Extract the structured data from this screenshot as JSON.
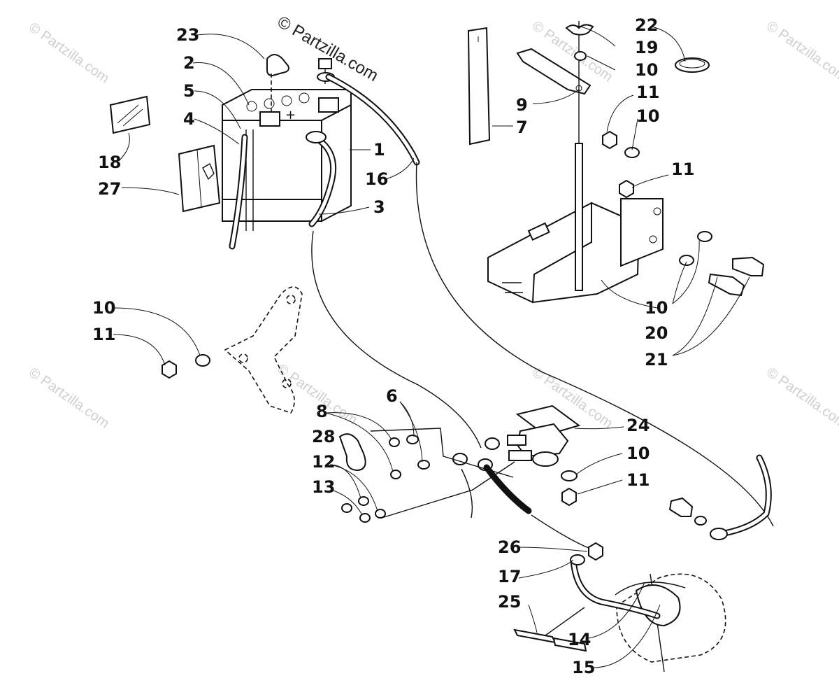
{
  "watermarks": {
    "main": "© Partzilla.com",
    "faint": "© Partzilla.com"
  },
  "callouts": [
    {
      "id": "c23a",
      "label": "23"
    },
    {
      "id": "c2",
      "label": "2"
    },
    {
      "id": "c5",
      "label": "5"
    },
    {
      "id": "c4",
      "label": "4"
    },
    {
      "id": "c18",
      "label": "18"
    },
    {
      "id": "c27",
      "label": "27"
    },
    {
      "id": "c1",
      "label": "1"
    },
    {
      "id": "c16",
      "label": "16"
    },
    {
      "id": "c3",
      "label": "3"
    },
    {
      "id": "c7",
      "label": "7"
    },
    {
      "id": "c9",
      "label": "9"
    },
    {
      "id": "c19",
      "label": "19"
    },
    {
      "id": "c10a",
      "label": "10"
    },
    {
      "id": "c22",
      "label": "22"
    },
    {
      "id": "c11a",
      "label": "11"
    },
    {
      "id": "c10b",
      "label": "10"
    },
    {
      "id": "c11b",
      "label": "11"
    },
    {
      "id": "c10c",
      "label": "10"
    },
    {
      "id": "c20",
      "label": "20"
    },
    {
      "id": "c21",
      "label": "21"
    },
    {
      "id": "c10d",
      "label": "10"
    },
    {
      "id": "c11c",
      "label": "11"
    },
    {
      "id": "c6",
      "label": "6"
    },
    {
      "id": "c8",
      "label": "8"
    },
    {
      "id": "c28",
      "label": "28"
    },
    {
      "id": "c12",
      "label": "12"
    },
    {
      "id": "c13",
      "label": "13"
    },
    {
      "id": "c24",
      "label": "24"
    },
    {
      "id": "c10e",
      "label": "10"
    },
    {
      "id": "c11d",
      "label": "11"
    },
    {
      "id": "c26",
      "label": "26"
    },
    {
      "id": "c17",
      "label": "17"
    },
    {
      "id": "c25",
      "label": "25"
    },
    {
      "id": "c14",
      "label": "14"
    },
    {
      "id": "c15",
      "label": "15"
    }
  ]
}
